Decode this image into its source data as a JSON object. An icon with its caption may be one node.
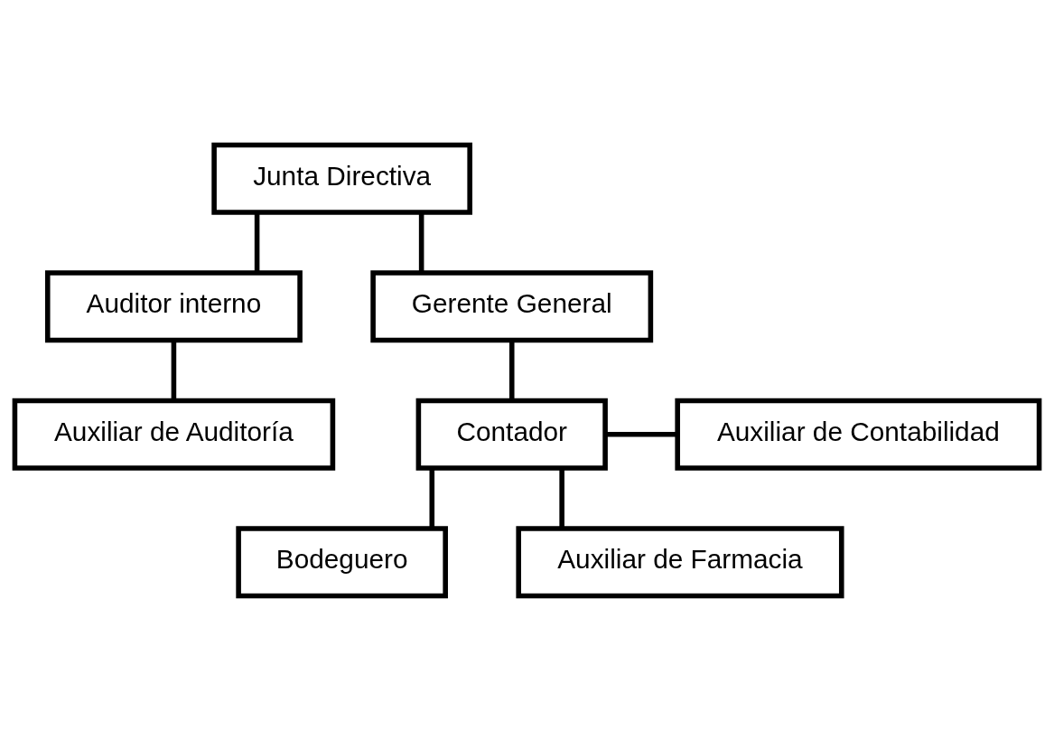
{
  "diagram": {
    "nodes": [
      {
        "text": [
          "Junta Directiva"
        ]
      },
      {
        "text": [
          "Auditor interno"
        ]
      },
      {
        "text": [
          "Auxiliar de Auditoría"
        ]
      },
      {
        "text": [
          "Gerente General"
        ]
      },
      {
        "text": [
          "Contador"
        ]
      },
      {
        "text": [
          "Auxiliar de Contabilidad"
        ]
      },
      {
        "text": [
          "Bodeguero"
        ]
      },
      {
        "text": [
          "Auxiliar de Farmacia"
        ]
      }
    ],
    "edges": [
      {
        "from": 0,
        "to": 3,
        "arrow": "none"
      },
      {
        "from": 0,
        "to": 1,
        "arrow": "none"
      },
      {
        "from": 1,
        "to": 2,
        "arrow": "none"
      },
      {
        "from": 3,
        "to": 4,
        "arrow": "none"
      },
      {
        "from": 4,
        "to": 5,
        "arrow": "none"
      },
      {
        "from": 4,
        "to": 6,
        "arrow": "none"
      },
      {
        "from": 4,
        "to": 7,
        "arrow": "none"
      }
    ]
  }
}
